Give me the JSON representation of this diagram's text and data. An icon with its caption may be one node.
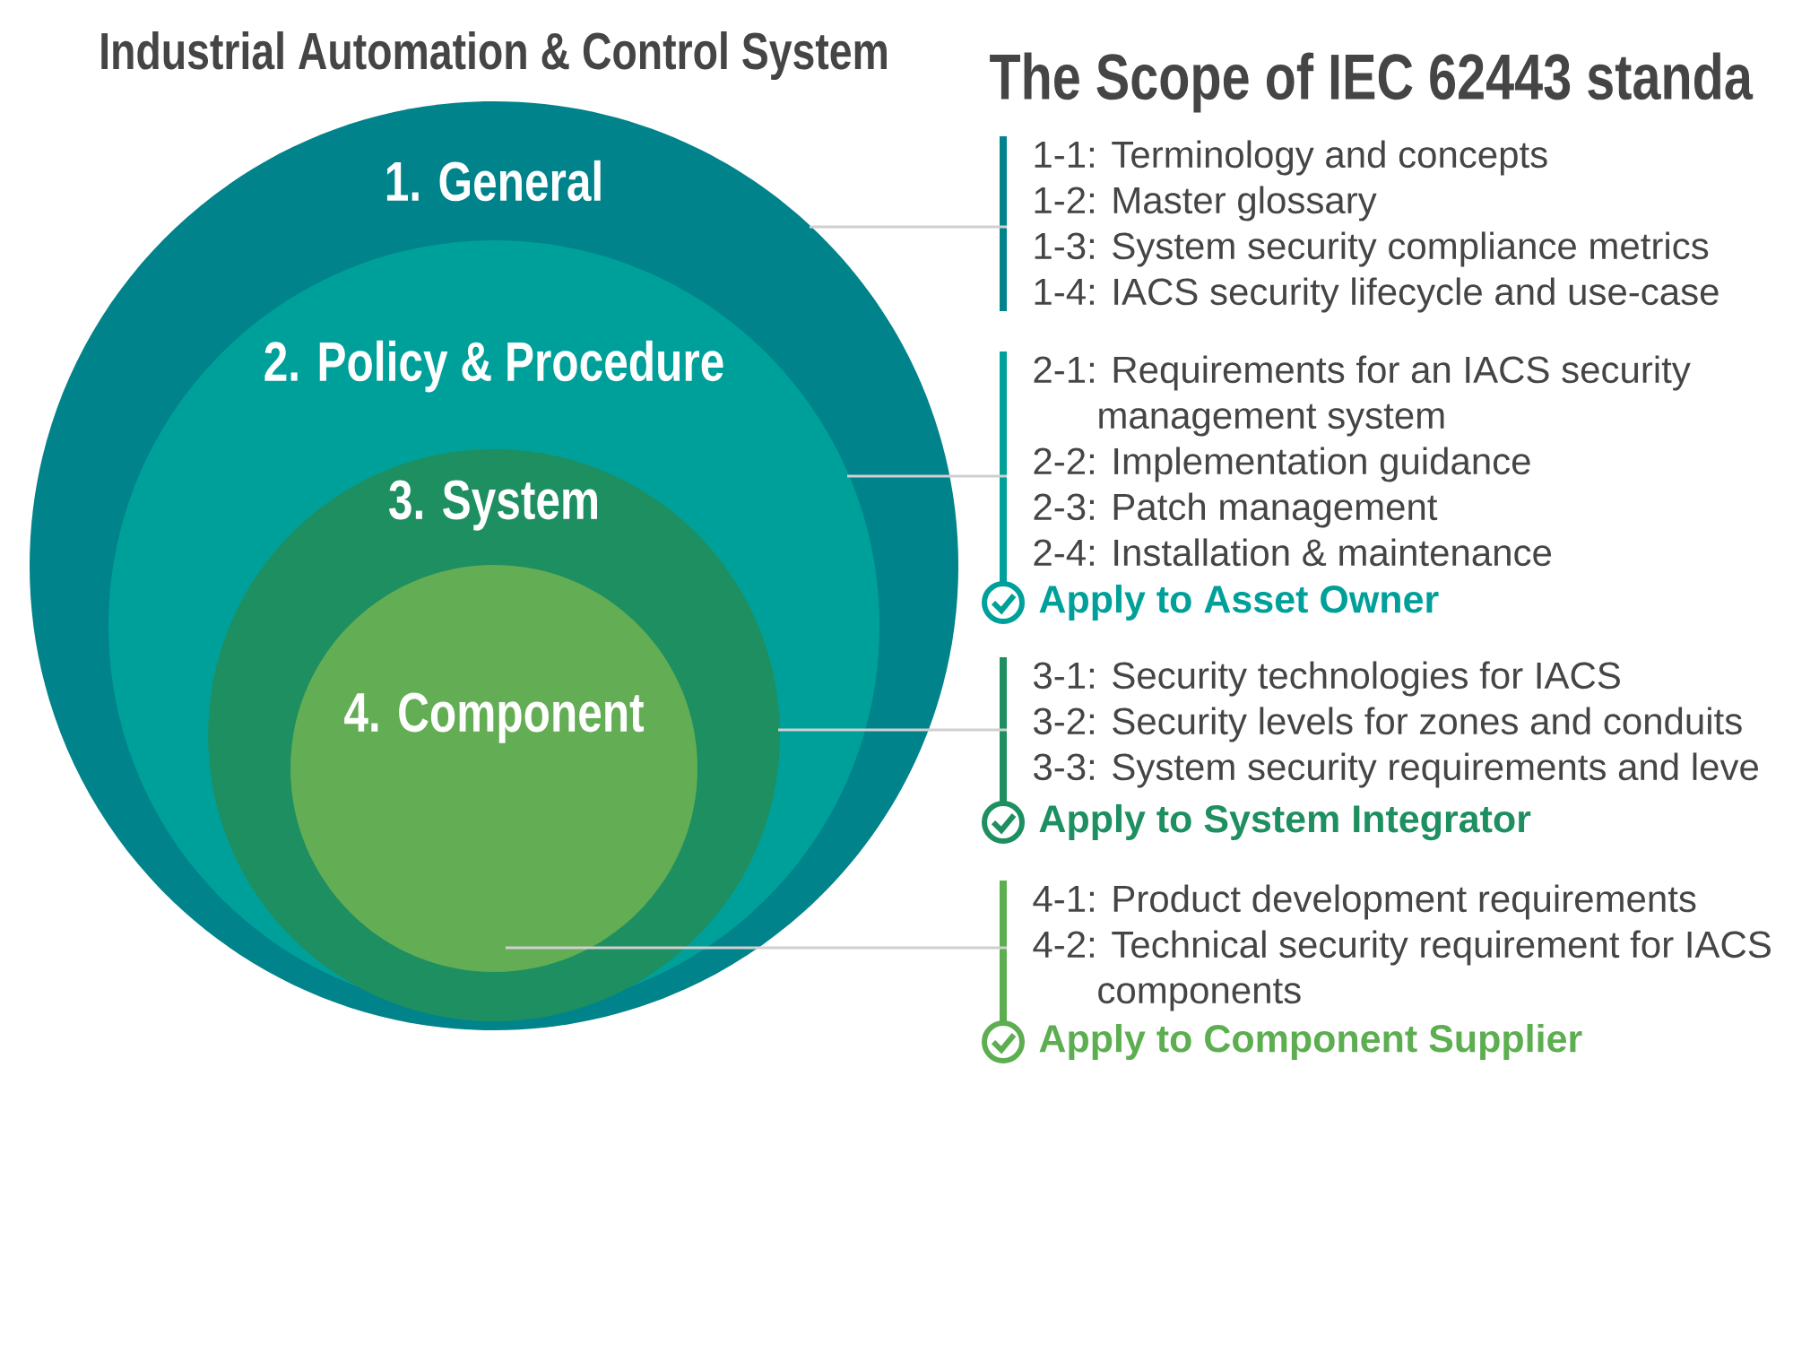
{
  "diagram": {
    "title": "The Scope of IEC 62443 standa",
    "nodes": [
      {
        "text": [
          "1. General"
        ]
      },
      {
        "text": [
          "2. Policy & Procedure"
        ],
        "in": 0
      },
      {
        "text": [
          "3. System"
        ],
        "in": 1
      },
      {
        "text": [
          "4. Component"
        ],
        "in": 2
      },
      {
        "text": [
          "1-1: Terminology and concepts",
          "1-2: Master glossary",
          "1-3: System security compliance metrics",
          "1-4: IACS security lifecycle and use-case"
        ]
      },
      {
        "text": [
          "2-1: Requirements for an IACS security management system",
          "2-2: Implementation guidance",
          "2-3: Patch management",
          "2-4: Installation & maintenance"
        ],
        "beside": [
          "Apply to Asset Owner"
        ]
      },
      {
        "text": [
          "3-1: Security technologies for IACS",
          "3-2: Security levels for zones and conduits",
          "3-3: System security requirements and leve"
        ],
        "beside": [
          "Apply to System Integrator"
        ]
      },
      {
        "text": [
          "4-1: Product development requirements",
          "4-2: Technical security requirement for IACS components"
        ],
        "beside": [
          "Apply to Component Supplier"
        ]
      }
    ],
    "edges": [
      {
        "from": 0,
        "to": 4,
        "arrow": "none"
      },
      {
        "from": 1,
        "to": 5,
        "arrow": "none"
      },
      {
        "from": 2,
        "to": 6,
        "arrow": "none"
      },
      {
        "from": 3,
        "to": 7,
        "arrow": "none"
      }
    ],
    "labels": [
      "Industrial Automation & Control System"
    ]
  }
}
